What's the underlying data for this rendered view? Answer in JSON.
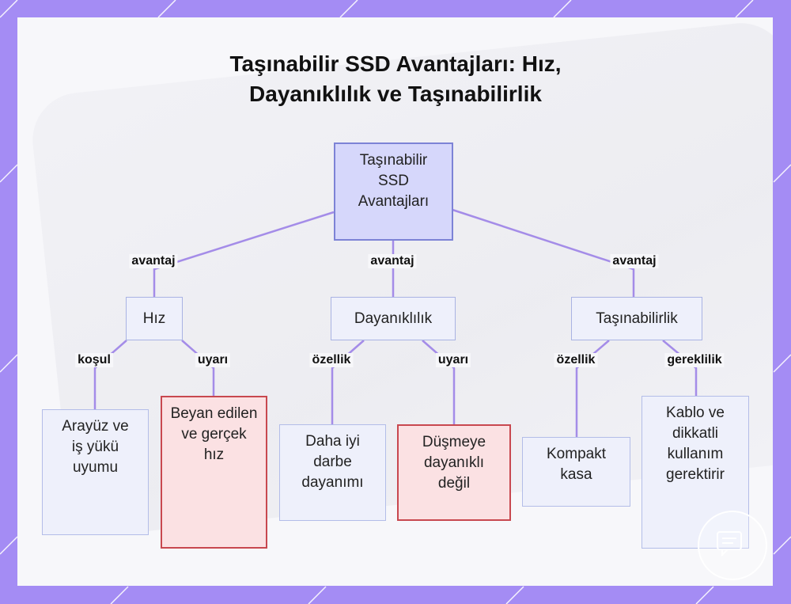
{
  "title": {
    "line1": "Taşınabilir SSD Avantajları: Hız,",
    "line2": "Dayanıklılık ve Taşınabilirlik"
  },
  "root": {
    "label": "Taşınabilir SSD Avantajları"
  },
  "branches": [
    {
      "edge_label": "avantaj",
      "label": "Hız"
    },
    {
      "edge_label": "avantaj",
      "label": "Dayanıklılık"
    },
    {
      "edge_label": "avantaj",
      "label": "Taşınabilirlik"
    }
  ],
  "leaves": [
    {
      "edge_label": "koşul",
      "label": "Arayüz ve iş yükü uyumu",
      "style": "normal"
    },
    {
      "edge_label": "uyarı",
      "label": "Beyan edilen ve gerçek hız",
      "style": "warning"
    },
    {
      "edge_label": "özellik",
      "label": "Daha iyi darbe dayanımı",
      "style": "normal"
    },
    {
      "edge_label": "uyarı",
      "label": "Düşmeye dayanıklı değil",
      "style": "warning"
    },
    {
      "edge_label": "özellik",
      "label": "Kompakt kasa",
      "style": "normal"
    },
    {
      "edge_label": "gereklilik",
      "label": "Kablo ve dikkatli kullanım gerektirir",
      "style": "normal"
    }
  ],
  "colors": {
    "frame": "#a48cf4",
    "edge": "#a48ce8",
    "root_fill": "#d6d7fb",
    "warning_border": "#c8484f",
    "warning_fill": "#fbe1e3"
  }
}
